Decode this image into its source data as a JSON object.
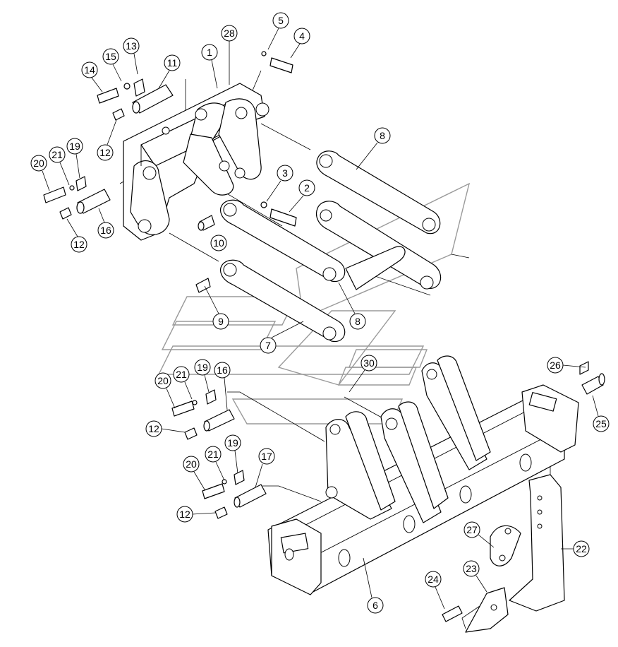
{
  "diagram": {
    "type": "exploded-parts-diagram",
    "line_color": "#000000",
    "background": "#ffffff",
    "callouts": [
      {
        "id": "c1",
        "label": "1"
      },
      {
        "id": "c28",
        "label": "28"
      },
      {
        "id": "c5",
        "label": "5"
      },
      {
        "id": "c4",
        "label": "4"
      },
      {
        "id": "c13",
        "label": "13"
      },
      {
        "id": "c15",
        "label": "15"
      },
      {
        "id": "c14",
        "label": "14"
      },
      {
        "id": "c11",
        "label": "11"
      },
      {
        "id": "c12a",
        "label": "12"
      },
      {
        "id": "c8a",
        "label": "8"
      },
      {
        "id": "c20a",
        "label": "20"
      },
      {
        "id": "c21a",
        "label": "21"
      },
      {
        "id": "c19a",
        "label": "19"
      },
      {
        "id": "c3",
        "label": "3"
      },
      {
        "id": "c2",
        "label": "2"
      },
      {
        "id": "c12b",
        "label": "12"
      },
      {
        "id": "c16a",
        "label": "16"
      },
      {
        "id": "c10",
        "label": "10"
      },
      {
        "id": "c9",
        "label": "9"
      },
      {
        "id": "c8b",
        "label": "8"
      },
      {
        "id": "c7",
        "label": "7"
      },
      {
        "id": "c30",
        "label": "30"
      },
      {
        "id": "c26",
        "label": "26"
      },
      {
        "id": "c20b",
        "label": "20"
      },
      {
        "id": "c21b",
        "label": "21"
      },
      {
        "id": "c19b",
        "label": "19"
      },
      {
        "id": "c16b",
        "label": "16"
      },
      {
        "id": "c12c",
        "label": "12"
      },
      {
        "id": "c25",
        "label": "25"
      },
      {
        "id": "c19c",
        "label": "19"
      },
      {
        "id": "c21c",
        "label": "21"
      },
      {
        "id": "c20c",
        "label": "20"
      },
      {
        "id": "c17",
        "label": "17"
      },
      {
        "id": "c12d",
        "label": "12"
      },
      {
        "id": "c27",
        "label": "27"
      },
      {
        "id": "c22",
        "label": "22"
      },
      {
        "id": "c23",
        "label": "23"
      },
      {
        "id": "c24",
        "label": "24"
      },
      {
        "id": "c6",
        "label": "6"
      }
    ]
  }
}
